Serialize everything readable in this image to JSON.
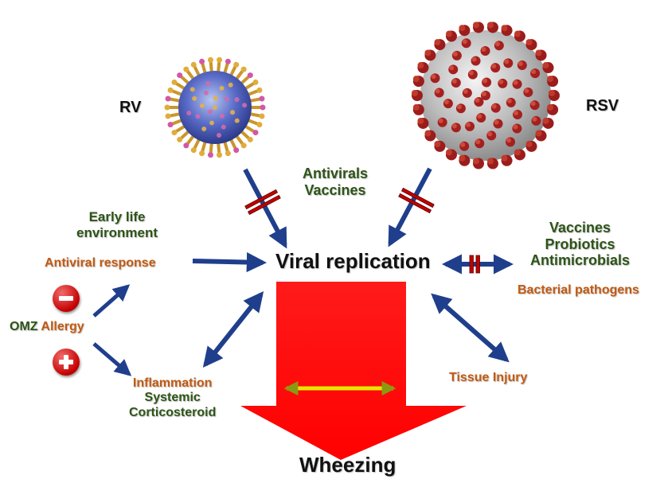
{
  "viruses": {
    "rv": {
      "label": "RV"
    },
    "rsv": {
      "label": "RSV"
    }
  },
  "center": {
    "viral_replication": "Viral replication",
    "wheezing": "Wheezing"
  },
  "interventions_top": {
    "line1": "Antivirals",
    "line2": "Vaccines"
  },
  "left": {
    "early_life_line1": "Early life",
    "early_life_line2": "environment",
    "antiviral_response": "Antiviral response",
    "omz": "OMZ",
    "allergy": "Allergy",
    "inflammation": "Inflammation",
    "systemic": "Systemic",
    "corticosteroid": "Corticosteroid"
  },
  "right": {
    "vaccines": "Vaccines",
    "probiotics": "Probiotics",
    "antimicrobials": "Antimicrobials",
    "bacterial_pathogens": "Bacterial pathogens",
    "tissue_injury": "Tissue Injury"
  },
  "icons": {
    "minus": "minus-circle-icon",
    "plus": "plus-circle-icon"
  },
  "colors": {
    "arrow_blue": "#1f3f8c",
    "wheezing_red": "#ff0000",
    "interaction_yellow": "#e6e600",
    "label_green": "#2e5418",
    "label_orange": "#c25a12",
    "block_red": "#c00000"
  }
}
